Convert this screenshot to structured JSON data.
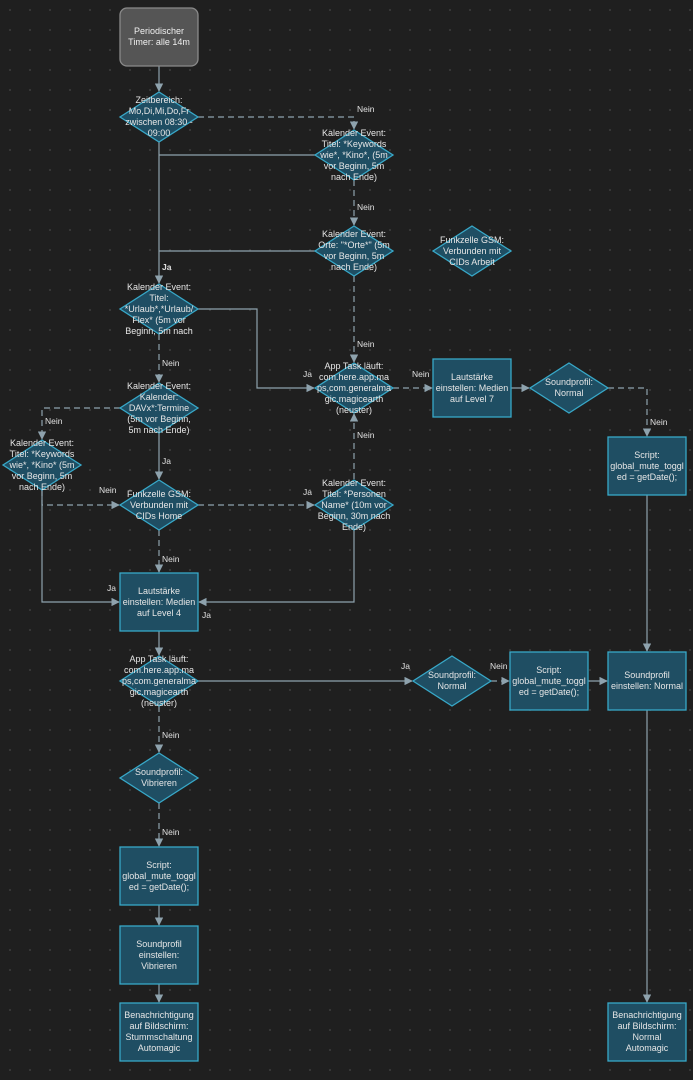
{
  "colors": {
    "background": "#1f1f1f",
    "node_fill": "#1f4e63",
    "node_stroke": "#38a8c8",
    "start_fill": "#555555",
    "start_stroke": "#8a8a8a",
    "edge": "#8ea2ad",
    "text": "#e6e6e6"
  },
  "nodes": {
    "start": "Periodischer\nTimer: alle 14m",
    "d_zeit": "Zeitbereich:\nMo,Di,Mi,Do,Fr\nzwischen 08:30 -\n09:00",
    "d_kal_keywords_1": "Kalender Event:\nTitel: *Keywords\nwie*, *Kino*, (5m\nvor Beginn, 5m\nnach Ende)",
    "d_kal_orte": "Kalender Event:\nOrte: \"*Orte*\" (5m\nvor Beginn, 5m\nnach Ende)",
    "d_gsm_arbeit": "Funkzelle GSM:\nVerbunden mit\nCIDs Arbeit",
    "d_kal_urlaub": "Kalender Event:\nTitel:\n*Urlaub*,*Urlaub/\nFlex* (5m vor\nBeginn, 5m nach",
    "d_app_task_1": "App Task läuft:\ncom.here.app.ma\nps,com.generalma\ngic.magicearth\n(neuster)",
    "a_lautstaerke_7": "Lautstärke\neinstellen: Medien\nauf Level 7",
    "d_soundprofil_normal_1": "Soundprofil:\nNormal",
    "d_kal_davx": "Kalender Event:\nKalender:\nDAVx*:Termine\n(5m vor Beginn,\n5m nach Ende)",
    "d_kal_keywords_2": "Kalender Event:\nTitel: *Keywords\nwie*, *Kino* (5m\nvor Beginn, 5m\nnach Ende)",
    "d_gsm_home": "Funkzelle GSM:\nVerbunden mit\nCIDs Home",
    "d_kal_personen": "Kalender Event:\nTitel: *Personen\nName* (10m vor\nBeginn, 30m nach\nEnde)",
    "a_script_1": "Script:\nglobal_mute_toggl\ned = getDate();",
    "a_lautstaerke_4": "Lautstärke\neinstellen: Medien\nauf Level 4",
    "d_app_task_2": "App Task läuft:\ncom.here.app.ma\nps,com.generalma\ngic.magicearth\n(neuster)",
    "d_soundprofil_normal_2": "Soundprofil:\nNormal",
    "a_script_2": "Script:\nglobal_mute_toggl\ned = getDate();",
    "a_soundprofil_normal": "Soundprofil\neinstellen: Normal",
    "d_soundprofil_vibrieren": "Soundprofil:\nVibrieren",
    "a_script_3": "Script:\nglobal_mute_toggl\ned = getDate();",
    "a_soundprofil_vibrieren": "Soundprofil\neinstellen:\nVibrieren",
    "a_notify_stumm": "Benachrichtigung\nauf Bildschirm:\nStummschaltung\nAutomagic",
    "a_notify_normal": "Benachrichtigung\nauf Bildschirm:\nNormal\nAutomagic"
  },
  "edge_labels": {
    "nein": "Nein",
    "ja": "Ja"
  }
}
